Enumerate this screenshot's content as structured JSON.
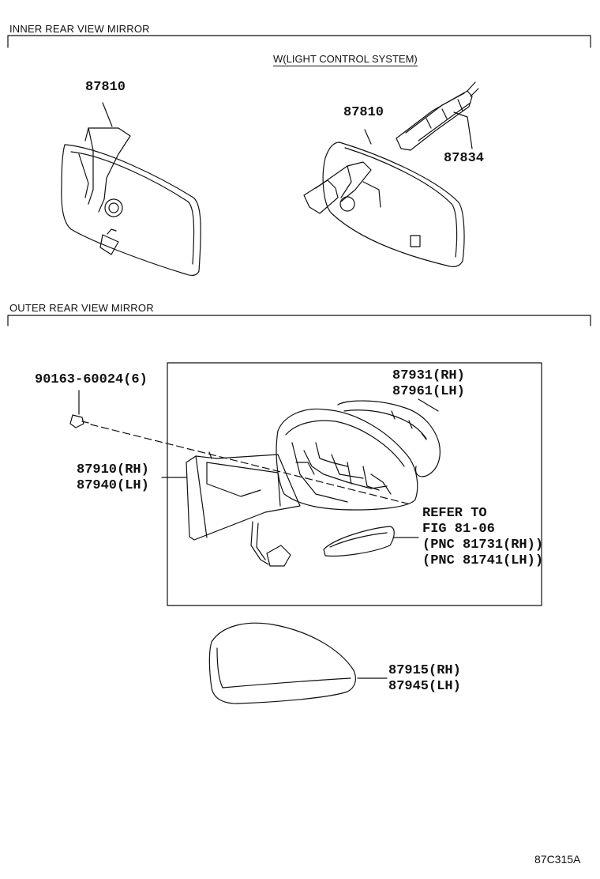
{
  "sections": {
    "inner_title": "INNER REAR VIEW MIRROR",
    "outer_title": "OUTER REAR VIEW MIRROR"
  },
  "inner": {
    "variant_label": "W(LIGHT CONTROL SYSTEM)",
    "left_mirror_part": "87810",
    "right_mirror_part": "87810",
    "sensor_part": "87834"
  },
  "outer": {
    "screw_part": "90163-60024(6)",
    "mirror_assy_rh": "87910(RH)",
    "mirror_assy_lh": "87940(LH)",
    "housing_rh": "87931(RH)",
    "housing_lh": "87961(LH)",
    "refer": {
      "line1": "REFER TO",
      "line2": "FIG 81-06",
      "line3": "(PNC 81731(RH))",
      "line4": "(PNC 81741(LH))"
    },
    "cover_rh": "87915(RH)",
    "cover_lh": "87945(LH)"
  },
  "figure_code": "87C315A",
  "colors": {
    "line": "#111111",
    "background": "#ffffff"
  }
}
